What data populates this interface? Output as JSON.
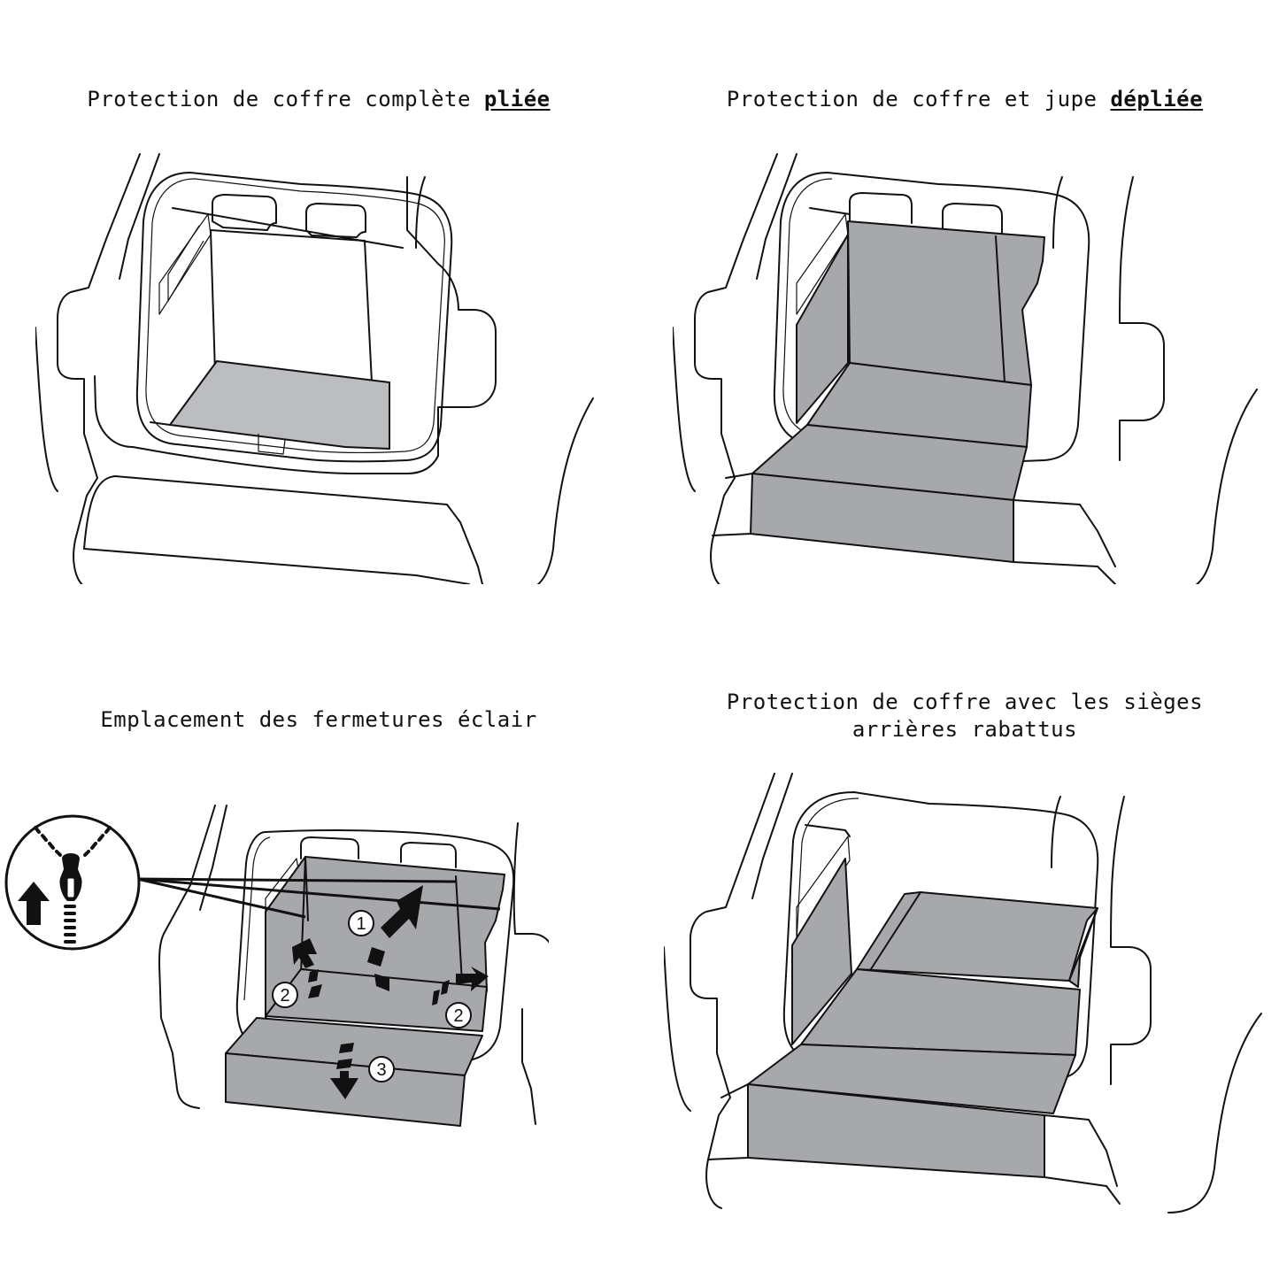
{
  "colors": {
    "mat_gray": "#a7a8ab",
    "mat_gray_light": "#bcbdc0",
    "line": "#111111",
    "background": "#ffffff"
  },
  "panels": [
    {
      "id": "folded",
      "caption_prefix": "Protection de coffre complète ",
      "caption_emph": "pliée"
    },
    {
      "id": "unfolded",
      "caption_prefix": "Protection de coffre et jupe ",
      "caption_emph": "dépliée"
    },
    {
      "id": "zippers",
      "caption": "Emplacement des fermetures éclair",
      "markers": [
        "1",
        "2",
        "2",
        "3"
      ],
      "inset_icon": "zipper-pull-up-icon"
    },
    {
      "id": "seats-folded",
      "caption": "Protection de coffre avec les sièges\narrières rabattus"
    }
  ]
}
